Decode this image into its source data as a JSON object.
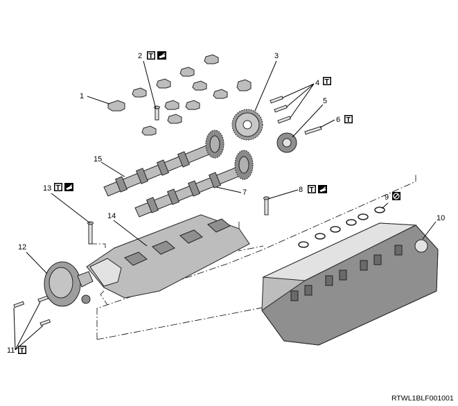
{
  "diagram": {
    "callouts": [
      {
        "id": "c1",
        "number": "1"
      },
      {
        "id": "c2",
        "number": "2"
      },
      {
        "id": "c3",
        "number": "3"
      },
      {
        "id": "c4",
        "number": "4"
      },
      {
        "id": "c5",
        "number": "5"
      },
      {
        "id": "c6",
        "number": "6"
      },
      {
        "id": "c7",
        "number": "7"
      },
      {
        "id": "c8",
        "number": "8"
      },
      {
        "id": "c9",
        "number": "9"
      },
      {
        "id": "c10",
        "number": "10"
      },
      {
        "id": "c11",
        "number": "11"
      },
      {
        "id": "c12",
        "number": "12"
      },
      {
        "id": "c13",
        "number": "13"
      },
      {
        "id": "c14",
        "number": "14"
      },
      {
        "id": "c15",
        "number": "15"
      }
    ],
    "symbols": {
      "torque": "T",
      "oil_icon": "oil-can-icon",
      "no_reuse_icon": "no-reuse-icon"
    },
    "figure_code": "RTWL1BLF001001"
  }
}
